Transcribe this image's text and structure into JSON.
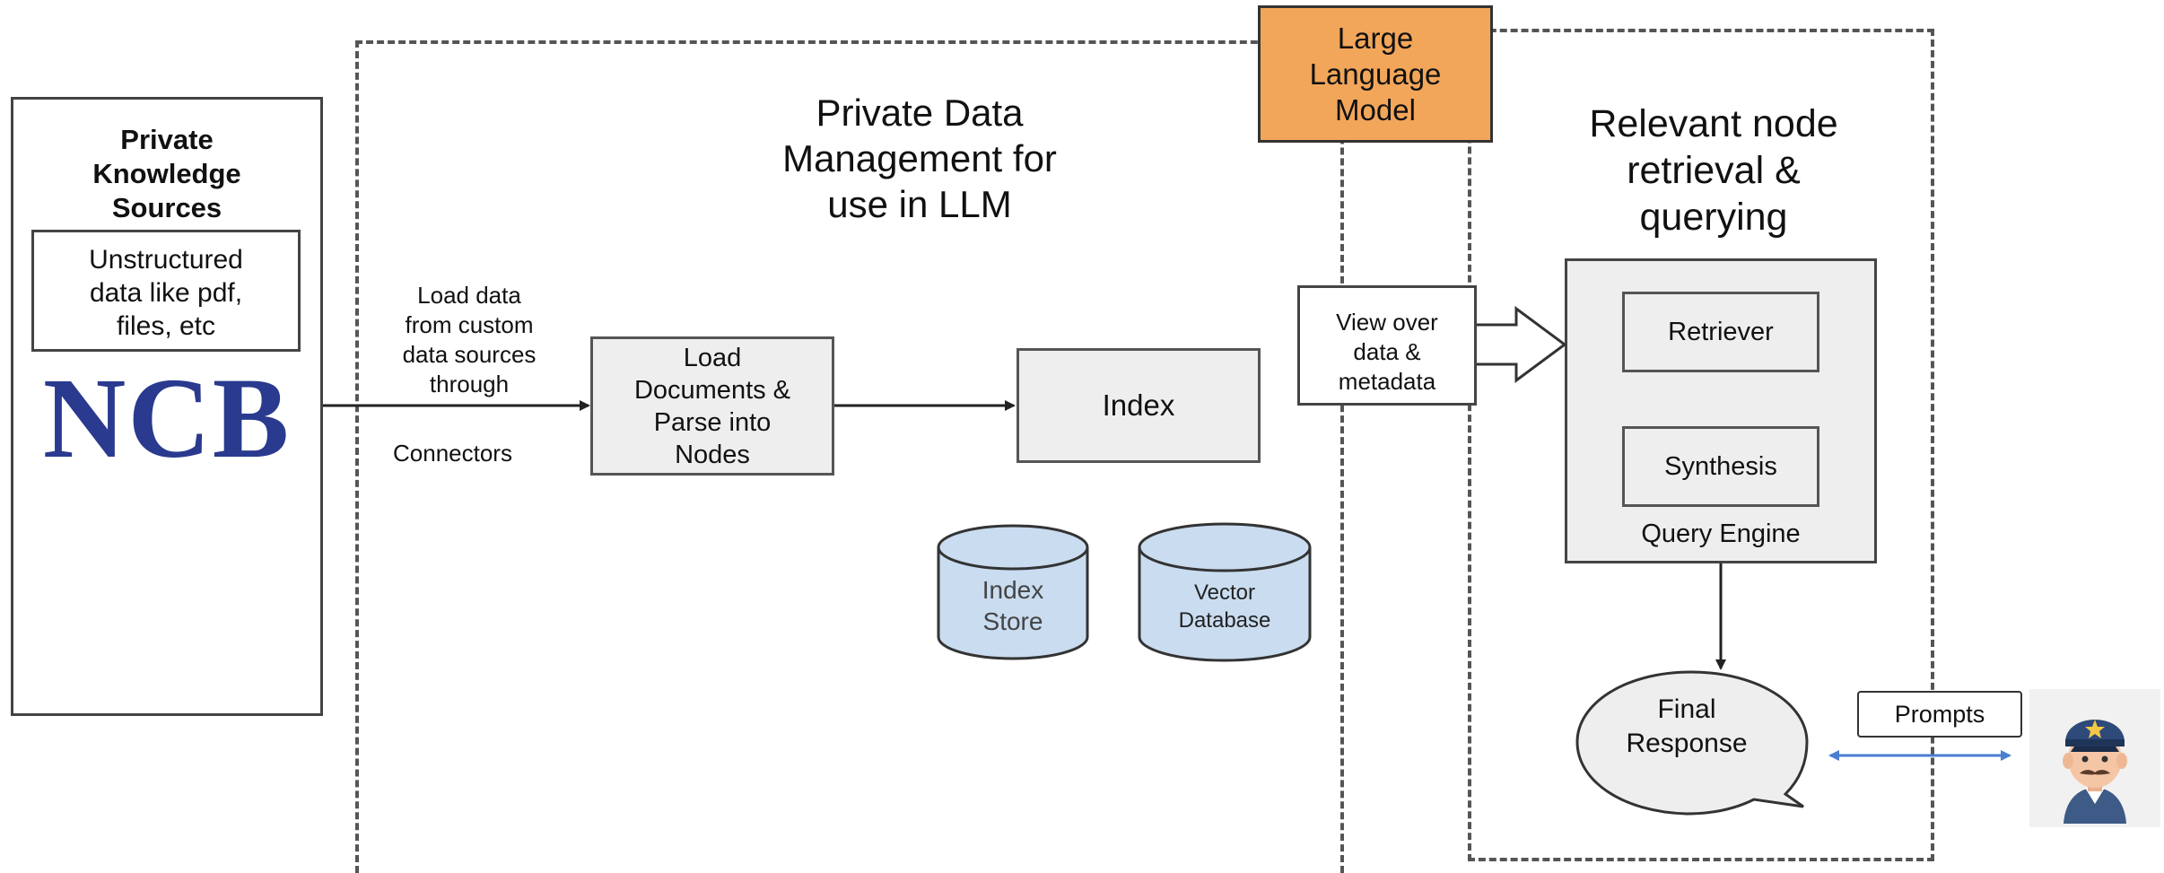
{
  "sources": {
    "title_lines": [
      "Private",
      "Knowledge",
      "Sources"
    ],
    "unstructured_lines": [
      "Unstructured",
      "data like pdf,",
      "files, etc"
    ],
    "logo_text": "NCB"
  },
  "connector": {
    "lines": [
      "Load data",
      "from custom",
      "data sources",
      "through"
    ],
    "connectors_label": "Connectors"
  },
  "private_mgmt": {
    "title_lines": [
      "Private Data",
      "Management for",
      "use in LLM"
    ],
    "load_docs_lines": [
      "Load",
      "Documents &",
      "Parse into",
      "Nodes"
    ],
    "index_label": "Index",
    "index_store_lines": [
      "Index",
      "Store"
    ],
    "vector_db_lines": [
      "Vector",
      "Database"
    ]
  },
  "llm": {
    "lines": [
      "Large",
      "Language",
      "Model"
    ],
    "color": "#f2a65a"
  },
  "view": {
    "lines": [
      "View over",
      "data &",
      "metadata"
    ]
  },
  "retrieval": {
    "title_lines": [
      "Relevant node",
      "retrieval &",
      "querying"
    ],
    "retriever_label": "Retriever",
    "synthesis_label": "Synthesis",
    "query_engine_label": "Query Engine",
    "final_response_lines": [
      "Final",
      "Response"
    ]
  },
  "prompts_label": "Prompts",
  "colors": {
    "cylinder_fill": "#c9dcf0",
    "logo_blue": "#2a3a8f",
    "arrow_blue": "#4a7fd0"
  }
}
